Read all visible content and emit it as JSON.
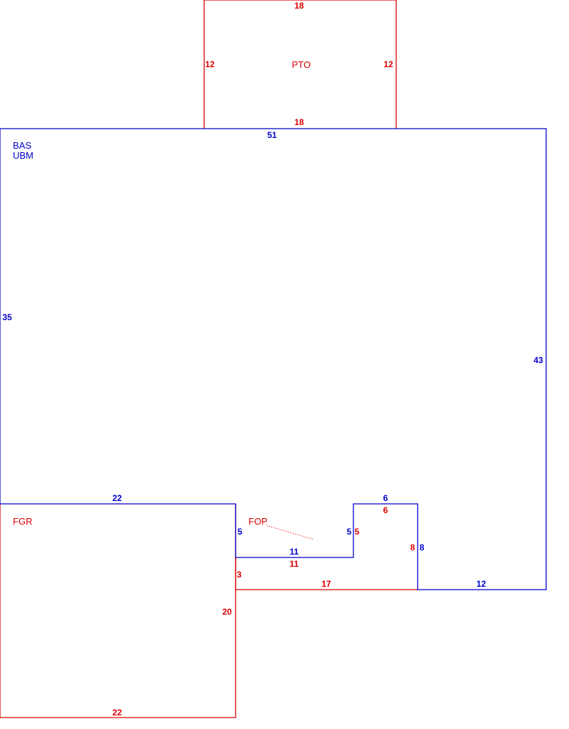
{
  "colors": {
    "red": "#dd0000",
    "blue": "#0000cc"
  },
  "areas": {
    "pto": {
      "code": "PTO",
      "top": "18",
      "left": "12",
      "right": "12",
      "bottom": "18"
    },
    "bas": {
      "code1": "BAS",
      "code2": "UBM",
      "top": "51",
      "left": "35",
      "right": "43",
      "bottom_left": "22",
      "notch_left": "5",
      "notch_bottom": "11",
      "step_left": "5",
      "step_top": "6",
      "step_right": "8",
      "bottom_right": "12"
    },
    "fop": {
      "code": "FOP",
      "left": "3",
      "top": "11",
      "step": "5",
      "step_top": "6",
      "step_right": "8",
      "bottom": "17"
    },
    "fgr": {
      "code": "FGR",
      "right": "20",
      "bottom": "22"
    }
  }
}
